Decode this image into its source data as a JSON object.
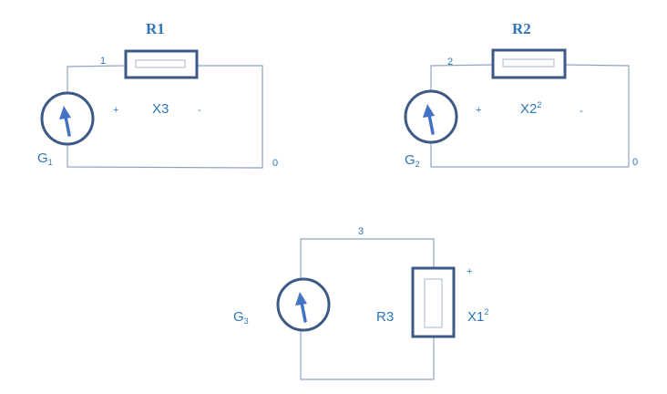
{
  "circuit1": {
    "resistor": "R1",
    "node": "1",
    "ground": "0",
    "source": "G",
    "source_sub": "1",
    "plus": "+",
    "variable": "X3",
    "minus": "-"
  },
  "circuit2": {
    "resistor": "R2",
    "node": "2",
    "ground": "0",
    "source": "G",
    "source_sub": "2",
    "plus": "+",
    "variable": "X2",
    "variable_sup": "2",
    "minus": "-"
  },
  "circuit3": {
    "resistor": "R3",
    "node": "3",
    "source": "G",
    "source_sub": "3",
    "plus": "+",
    "variable": "X1",
    "variable_sup": "2"
  },
  "colors": {
    "wire": "#8ea3c3",
    "component": "#3d5a86",
    "arrow": "#4472c4",
    "label": "#2e75b6"
  }
}
